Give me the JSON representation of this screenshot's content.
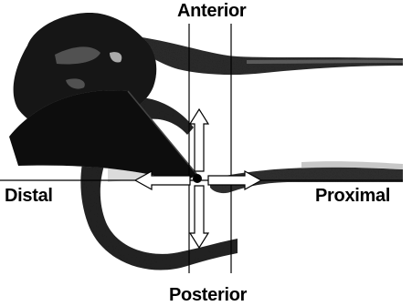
{
  "labels": {
    "anterior": "Anterior",
    "posterior": "Posterior",
    "distal": "Distal",
    "proximal": "Proximal"
  },
  "colors": {
    "tissue": "#1a1a1a",
    "arrow_fill": "#ffffff",
    "line": "#000000",
    "background": "#ffffff"
  }
}
